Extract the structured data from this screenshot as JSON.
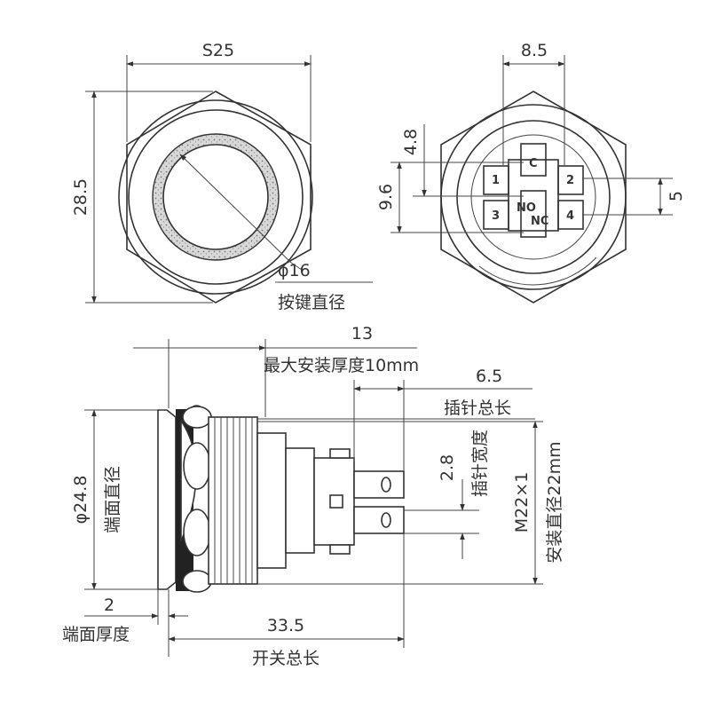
{
  "front_view": {
    "hex_width": "S25",
    "hex_height": "28.5",
    "button_diameter": "φ16",
    "button_diameter_caption": "按键直径"
  },
  "rear_view": {
    "terminal_span": "8.5",
    "dim_upper": "4.8",
    "dim_total": "9.6",
    "dim_right": "5",
    "pins": [
      "1",
      "2",
      "3",
      "4"
    ],
    "marks": {
      "common": "C",
      "no": "NO",
      "nc": "NC"
    }
  },
  "side_view": {
    "total_13": "13",
    "max_mount_thickness": "最大安装厚度10mm",
    "pin_total": "6.5",
    "pin_total_caption": "插针总长",
    "pin_width": "2.8",
    "pin_width_caption": "插针宽度",
    "face_diameter": "φ24.8",
    "face_diameter_caption": "端面直径",
    "thread": "M22×1",
    "mount_hole": "安装直径22mm",
    "face_thickness": "2",
    "face_thickness_caption": "端面厚度",
    "switch_length": "33.5",
    "switch_length_caption": "开关总长"
  }
}
